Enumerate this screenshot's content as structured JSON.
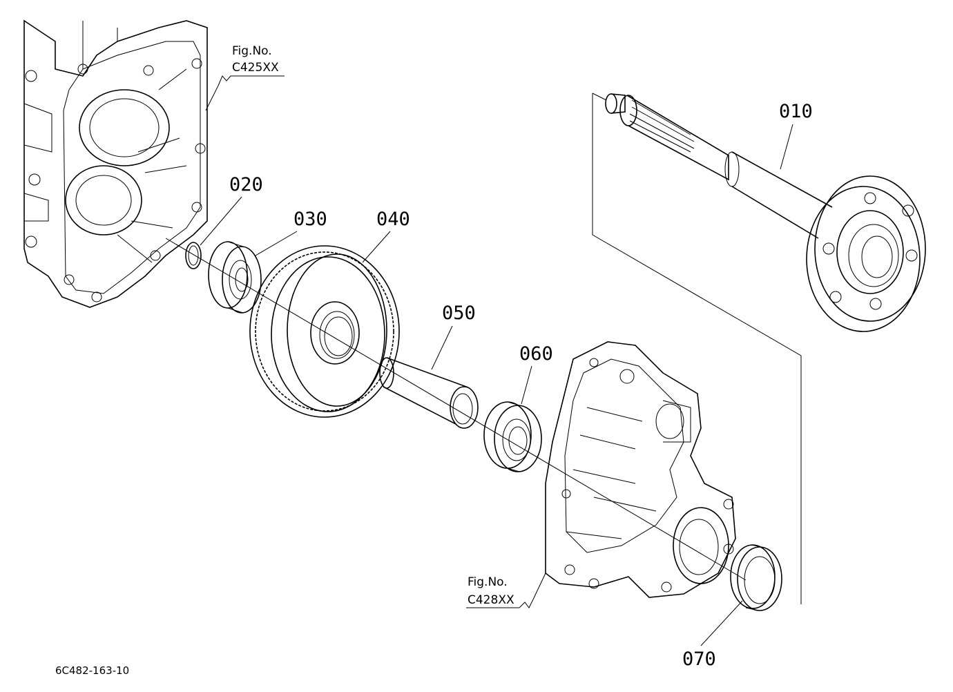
{
  "diagram": {
    "fig_refs": {
      "upper": {
        "line1": "Fig.No.",
        "line2": "C425XX"
      },
      "lower": {
        "line1": "Fig.No.",
        "line2": "C428XX"
      }
    },
    "parts": [
      {
        "id": "p010",
        "number": "010"
      },
      {
        "id": "p020",
        "number": "020"
      },
      {
        "id": "p030",
        "number": "030"
      },
      {
        "id": "p040",
        "number": "040"
      },
      {
        "id": "p050",
        "number": "050"
      },
      {
        "id": "p060",
        "number": "060"
      },
      {
        "id": "p070",
        "number": "070"
      }
    ],
    "drawing_number": "6C482-163-10"
  }
}
